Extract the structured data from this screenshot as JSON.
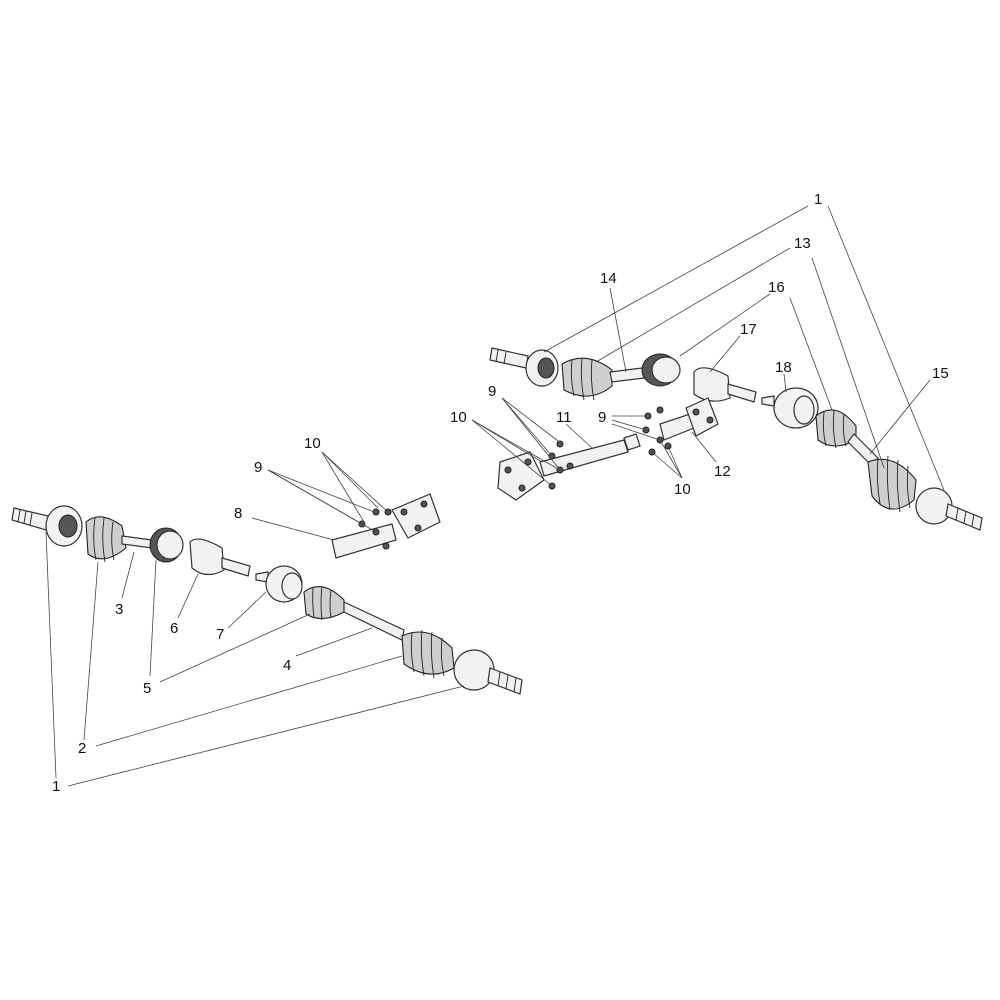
{
  "diagram": {
    "labels": {
      "l1_bottom": "1",
      "l2": "2",
      "l3": "3",
      "l4": "4",
      "l5": "5",
      "l6": "6",
      "l7": "7",
      "l8": "8",
      "l9_left": "9",
      "l10_left": "10",
      "l1_top": "1",
      "l13": "13",
      "l14": "14",
      "l16": "16",
      "l17": "17",
      "l18": "18",
      "l15": "15",
      "l9_mid": "9",
      "l10_mid": "10",
      "l11": "11",
      "l9_right": "9",
      "l10_right": "10",
      "l12": "12"
    }
  }
}
